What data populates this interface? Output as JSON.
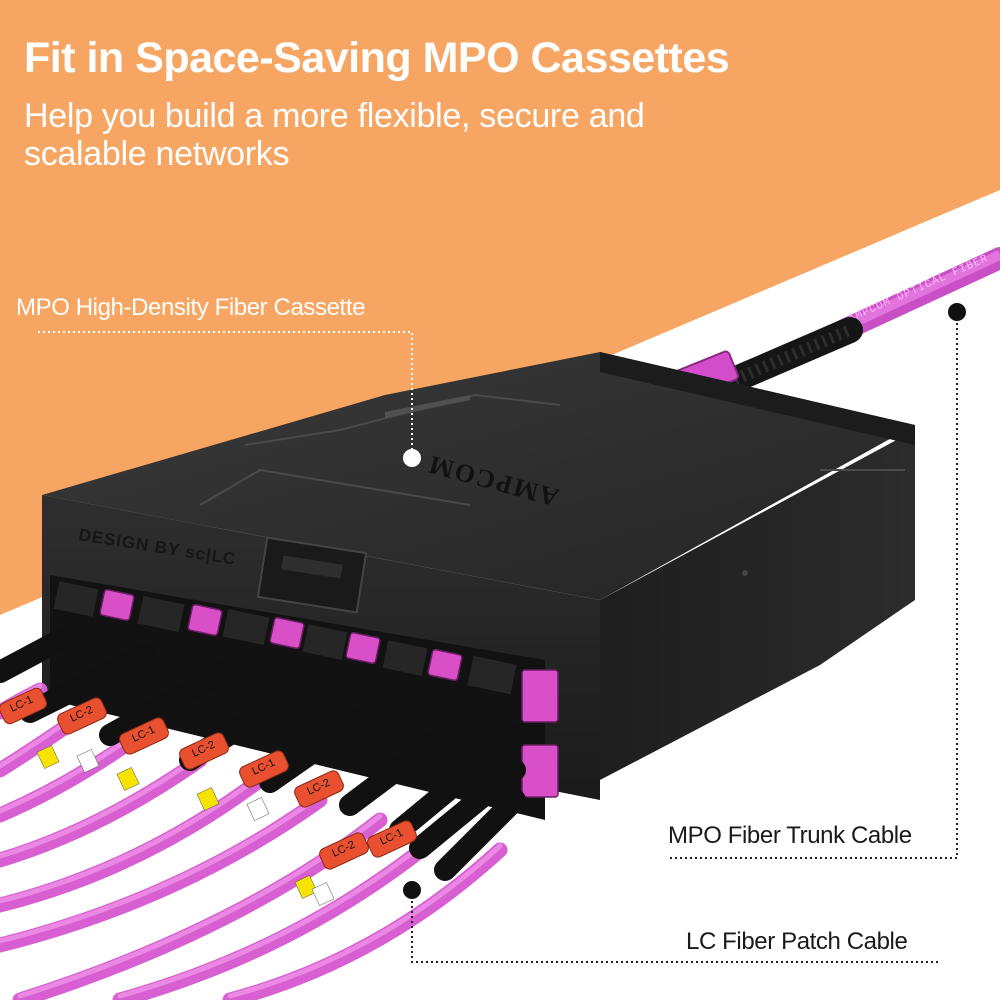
{
  "headline": "Fit in Space-Saving MPO Cassettes",
  "subheadline": "Help you build a more flexible, secure and scalable networks",
  "callouts": {
    "cassette": "MPO High-Density Fiber Cassette",
    "trunk": "MPO Fiber Trunk Cable",
    "patch": "LC Fiber Patch Cable"
  },
  "product_markings": {
    "brand": "AMPCOM",
    "design_tag": "DESIGN BY  sc|LC",
    "cable_print": "AMPCOM OPTICAL FIBER",
    "connector_labels": [
      "LC-1",
      "LC-2"
    ]
  },
  "colors": {
    "background_orange": "#F7A562",
    "cassette_black": "#2B2B2B",
    "fiber_magenta": "#E060D8",
    "connector_orange": "#E8502F",
    "connector_yellow": "#F6E300"
  }
}
